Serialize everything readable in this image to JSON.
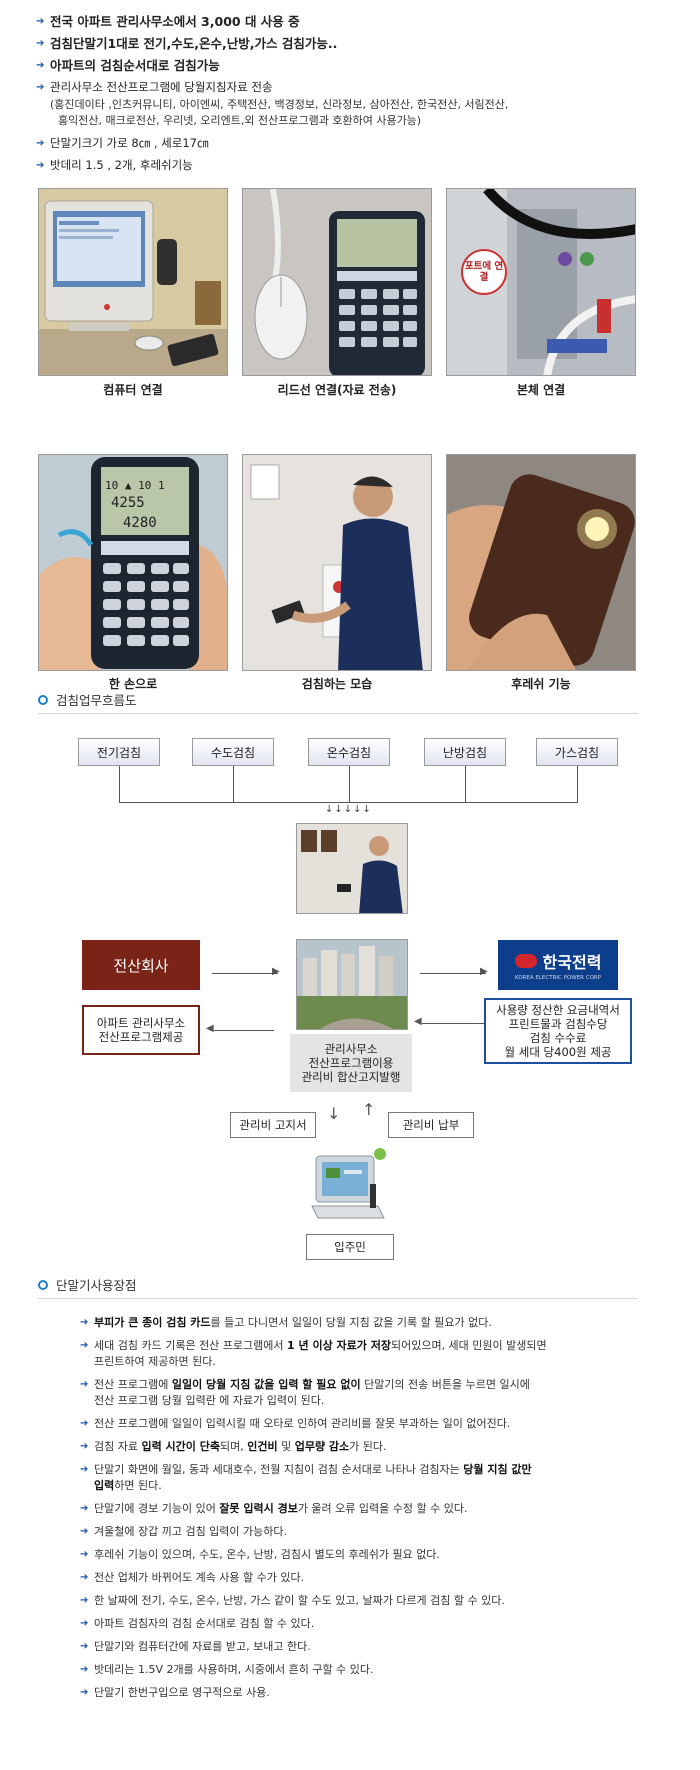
{
  "top_list": {
    "line1": "전국 아파트 관리사무소에서 3,000 대 사용 중",
    "line2": "검침단말기1대로 전기,수도,온수,난방,가스 검침가능..",
    "line3": "아파트의 검침순서대로 검침가능",
    "line4": "관리사무소 전산프로그램에 당월지침자료 전송",
    "line4_sub1": "(홍진데이타 ,인츠커뮤니티, 아이엔씨, 주택전산, 백경정보, 신라정보, 삼아전산, 한국전산, 서림전산,",
    "line4_sub2": "홍익전산, 매크로전산, 우리넷, 오리엔트,외 전산프로그램과 호환하여 사용가능)",
    "line5": "단말기크기 가로 8㎝ , 세로17㎝",
    "line6": "밧데리 1.5 , 2개, 후레쉬기능"
  },
  "photos": {
    "cap1": "컴퓨터 연결",
    "cap2": "리드선 연결(자료 전송)",
    "cap3": "본체 연결",
    "cap4": "한 손으로",
    "cap5": "검침하는 모습",
    "cap6": "후레쉬 기능",
    "bubble": "포트에 연결",
    "lcd_a": "4255",
    "lcd_b": "4280"
  },
  "flow": {
    "title": "검침업무흐름도",
    "box1": "전기검침",
    "box2": "수도검침",
    "box3": "온수검침",
    "box4": "난방검침",
    "box5": "가스검침",
    "company": "전산회사",
    "kepco": "한국전력",
    "kepco_en": "KOREA ELECTRIC POWER CORP",
    "company_desc_1": "아파트 관리사무소",
    "company_desc_2": "전산프로그램제공",
    "office_1": "관리사무소",
    "office_2": "전산프로그램이용",
    "office_3": "관리비 합산고지발행",
    "kepco_desc_1": "사용량 정산한 요금내역서",
    "kepco_desc_2": "프린트물과 검침수당",
    "kepco_desc_3": "검침 수수료",
    "kepco_desc_4": "월 세대 당400원 제공",
    "bill": "관리비 고지서",
    "pay": "관리비 납부",
    "resident": "입주민"
  },
  "advantages": {
    "title": "단말기사용장점",
    "i1_b": "부피가 큰 종이 검침 카드",
    "i1_t": "를 들고 다니면서 일일이 당월 지침 값을 기록 할 필요가 없다.",
    "i2_a": "세대 검침 카드 기록은 전산 프로그램에서 ",
    "i2_b": "1 년 이상 자료가 저장",
    "i2_c": "되어있으며, 세대 민원이 발생되면",
    "i2_d": "프린트하여 제공하면 된다.",
    "i3_a": "전산 프로그램에 ",
    "i3_b": "일일이 당월 지침 값을 입력 할 필요 없이",
    "i3_c": " 단말기의 전송 버튼을 누르면 일시에",
    "i3_d": "전산 프로그램 당월 입력란 에 자료가 입력이 된다.",
    "i4": "전산 프로그램에 일일이 입력시킬 때 오타로 인하여 관리비를 잘못 부과하는 일이 없어진다.",
    "i5_a": "검침 자료 ",
    "i5_b": "입력 시간이 단축",
    "i5_c": "되며, ",
    "i5_d": "인건비",
    "i5_e": " 및 ",
    "i5_f": "업무량 감소",
    "i5_g": "가 된다.",
    "i6_a": "단말기 화면에 월일, 동과 세대호수, 전월 지침이 검침 순서대로 나타나 검침자는 ",
    "i6_b": "당월 지침 값만",
    "i6_c": "입력",
    "i6_d": "하면 된다.",
    "i7_a": "단말기에 경보 기능이 있어 ",
    "i7_b": "잘못 입력시 경보",
    "i7_c": "가 울려 오류 입력을 수정 할 수 있다.",
    "i8": "겨울철에 장갑 끼고 검침 입력이 가능하다.",
    "i9": "후레쉬 기능이 있으며, 수도, 온수, 난방, 검침시 별도의 후레쉬가 필요 없다.",
    "i10": "전산 업체가 바뀌어도 계속 사용 할 수가 있다.",
    "i11": "한 날짜에 전기, 수도, 온수, 난방, 가스 같이 할 수도 있고, 날짜가 다르게 검침 할 수 있다.",
    "i12": "아파트 검침자의 검침 순서대로 검침 할 수 있다.",
    "i13": "단말기와 컴퓨터간에 자료를 받고, 보내고 한다.",
    "i14": "밧데리는 1.5V 2개를 사용하며, 시중에서 흔히 구할 수 있다.",
    "i15": "단말기 한번구입으로 영구적으로 사용."
  },
  "colors": {
    "accent": "#1a55b4",
    "company_bg": "#7a2317",
    "kepco_bg": "#0d3e8c",
    "section_dot": "#1e7fc6"
  }
}
